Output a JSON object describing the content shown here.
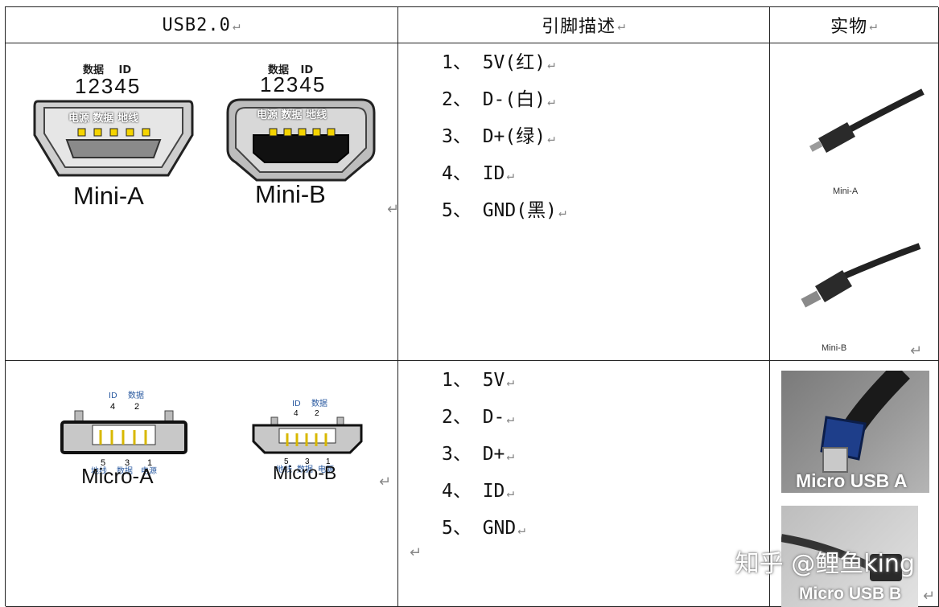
{
  "header": {
    "col1": "USB2.0",
    "col2": "引脚描述",
    "col3": "实物",
    "return_mark": "↵"
  },
  "row1": {
    "mini_a": {
      "top_labels": [
        "数据",
        "ID"
      ],
      "pin_numbers": "12345",
      "inner_labels": [
        "电源",
        "数据",
        "地线"
      ],
      "caption": "Mini-A"
    },
    "mini_b": {
      "top_labels": [
        "数据",
        "ID"
      ],
      "pin_numbers": "12345",
      "inner_labels": [
        "电源",
        "数据",
        "地线"
      ],
      "caption": "Mini-B"
    },
    "pins": [
      "1、 5V(红)",
      "2、 D-(白)",
      "3、 D+(绿)",
      "4、 ID",
      "5、 GND(黑)"
    ],
    "photos": [
      "Mini-A",
      "Mini-B"
    ]
  },
  "row2": {
    "micro_a": {
      "top_labels": [
        "ID",
        "数据"
      ],
      "top_numbers": [
        "4",
        "2"
      ],
      "bottom_numbers": [
        "5",
        "3",
        "1"
      ],
      "bottom_labels": [
        "地线",
        "数据",
        "电源"
      ],
      "caption": "Micro-A"
    },
    "micro_b": {
      "top_labels": [
        "ID",
        "数据"
      ],
      "top_numbers": [
        "4",
        "2"
      ],
      "bottom_numbers": [
        "5",
        "3",
        "1"
      ],
      "bottom_labels": [
        "地线",
        "数据",
        "电源"
      ],
      "caption": "Micro-B"
    },
    "pins": [
      "1、 5V",
      "2、 D-",
      "3、 D+",
      "4、 ID",
      "5、 GND"
    ],
    "photos": [
      "Micro USB A",
      "Micro USB B"
    ]
  },
  "watermark": "知乎 @鲤鱼king",
  "colors": {
    "pin_yellow": "#f5d400",
    "connector_grey": "#c8c8c8",
    "border": "#222222"
  }
}
